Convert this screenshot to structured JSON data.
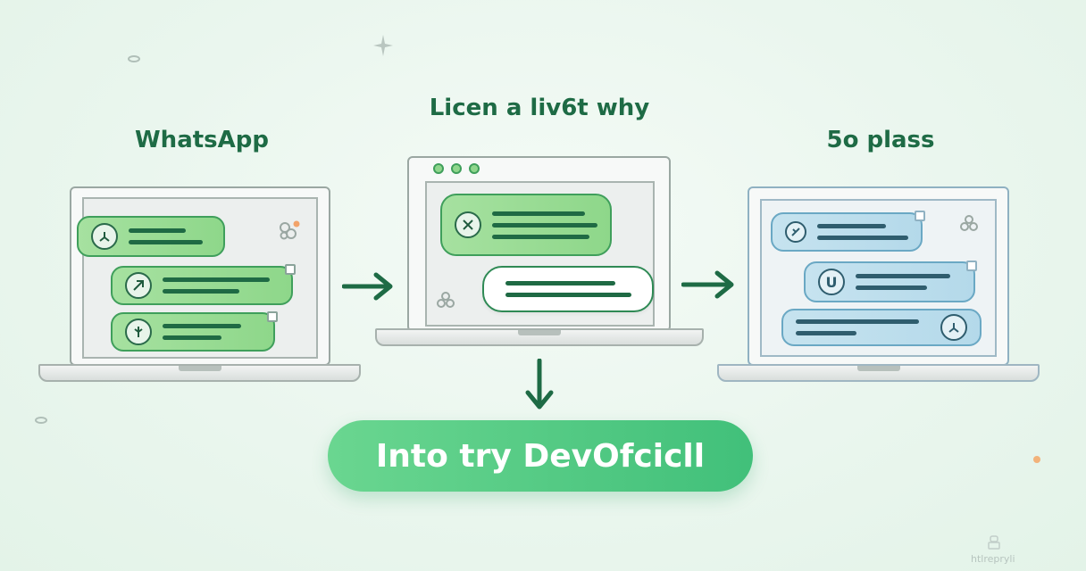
{
  "diagram": {
    "left_title": "WhatsApp",
    "center_title": "Licen a liv6t why",
    "right_title": "5o plass",
    "cta_label": "Into try DevOfcicll",
    "watermark": "htlrepryli"
  },
  "colors": {
    "title": "#1e6b45",
    "green_bubble": "#9bdc95",
    "blue_bubble": "#bcdcec",
    "cta_start": "#6ad690",
    "cta_end": "#41c07a",
    "arrow": "#1e6b45"
  },
  "icons": {
    "left_bubbles": [
      "leaf-icon",
      "arrow-up-right-icon",
      "plant-icon"
    ],
    "center_bubble": "close-icon",
    "right_bubbles": [
      "tool-icon",
      "letter-u-icon",
      "leaf-icon"
    ],
    "window_controls": [
      "window-dot-icon",
      "window-dot-icon",
      "window-dot-icon"
    ]
  }
}
